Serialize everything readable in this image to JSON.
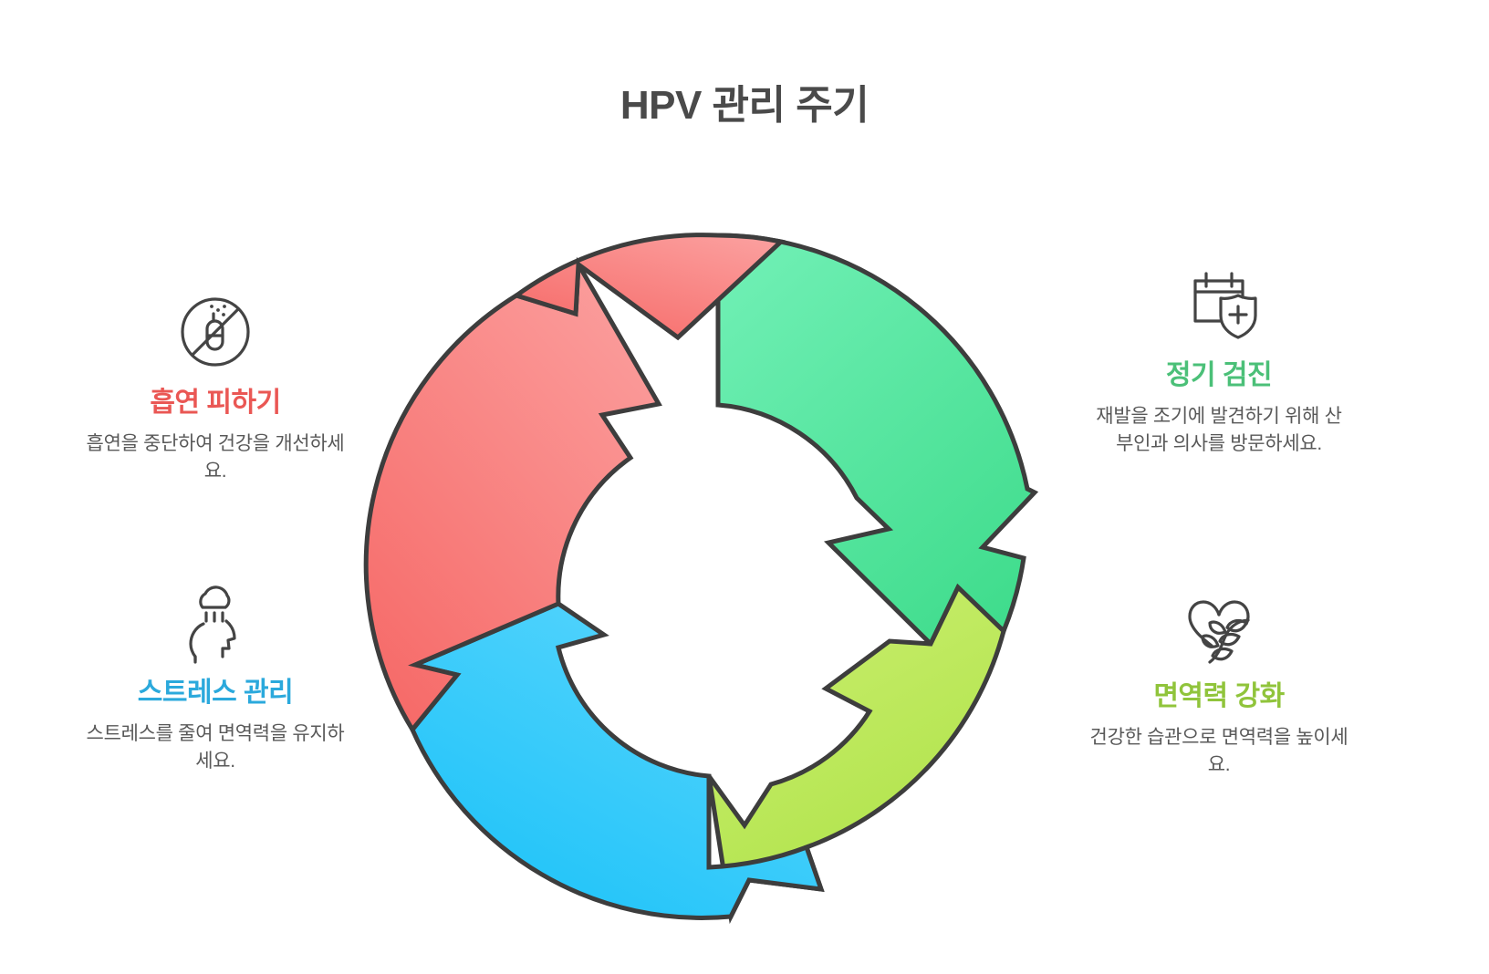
{
  "title": "HPV 관리 주기",
  "theme": {
    "title_color": "#4a4a4a",
    "body_text_color": "#595959",
    "icon_stroke": "#444444",
    "arrow_outline": "#3d3d3d",
    "background": "#ffffff"
  },
  "chart_data": {
    "type": "pie",
    "title": "HPV 관리 주기",
    "subtype": "cycle-arrow-diagram",
    "direction": "clockwise",
    "segments": [
      {
        "label": "정기 검진",
        "quadrant": "top-right",
        "color": "#5CE8A4",
        "color_end": "#43DE92",
        "start_deg": 0,
        "end_deg": 90,
        "share": 25
      },
      {
        "label": "면역력 강화",
        "quadrant": "bottom-right",
        "color": "#C3EC63",
        "color_end": "#AFE34C",
        "start_deg": 90,
        "end_deg": 180,
        "share": 25
      },
      {
        "label": "스트레스 관리",
        "quadrant": "bottom-left",
        "color": "#4DD2FC",
        "color_end": "#22C4F8",
        "start_deg": 180,
        "end_deg": 270,
        "share": 25
      },
      {
        "label": "흡연 피하기",
        "quadrant": "top-left",
        "color": "#FA9191",
        "color_end": "#F7706E",
        "start_deg": 270,
        "end_deg": 360,
        "share": 25
      }
    ],
    "legend_position": "sides",
    "grid": false
  },
  "items": [
    {
      "id": "no-smoking",
      "icon": "no-smoking-icon",
      "title": "흡연 피하기",
      "title_color": "#EA5754",
      "desc": "흡연을 중단하여 건강을 개선하세요.",
      "side": "left"
    },
    {
      "id": "stress",
      "icon": "stressed-head-rain-cloud-icon",
      "title": "스트레스 관리",
      "title_color": "#2BA9DC",
      "desc": "스트레스를 줄여 면역력을 유지하세요.",
      "side": "left"
    },
    {
      "id": "checkup",
      "icon": "calendar-shield-plus-icon",
      "title": "정기 검진",
      "title_color": "#4BC078",
      "desc": "재발을 조기에 발견하기 위해 산부인과 의사를 방문하세요.",
      "side": "right"
    },
    {
      "id": "immunity",
      "icon": "heart-leaf-branch-icon",
      "title": "면역력 강화",
      "title_color": "#90C43B",
      "desc": "건강한 습관으로 면역력을 높이세요.",
      "side": "right"
    }
  ]
}
